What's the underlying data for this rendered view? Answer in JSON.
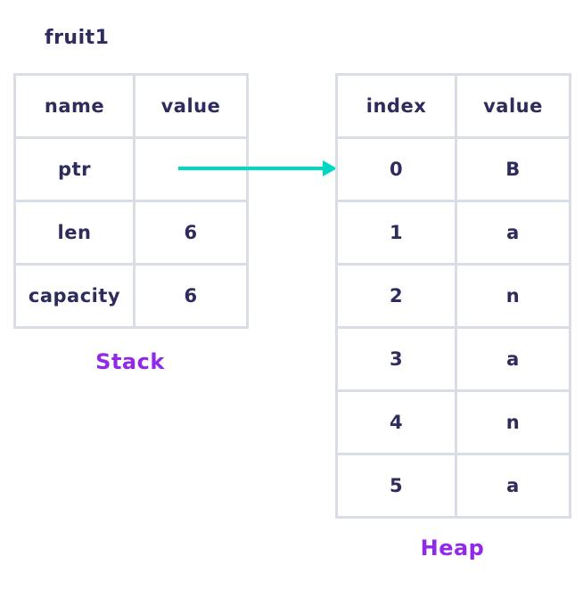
{
  "diagram": {
    "variable_label": "fruit1",
    "colors": {
      "background": "#ffffff",
      "table_text": "#2e2c5d",
      "caption_text": "#9129e9",
      "arrow": "#00d8c5",
      "table_border": "#d9dde6"
    }
  },
  "stack_table": {
    "caption": "Stack",
    "headers": {
      "col1": "name",
      "col2": "value"
    },
    "rows": [
      {
        "name": "ptr",
        "value": ""
      },
      {
        "name": "len",
        "value": "6"
      },
      {
        "name": "capacity",
        "value": "6"
      }
    ]
  },
  "heap_table": {
    "caption": "Heap",
    "headers": {
      "col1": "index",
      "col2": "value"
    },
    "rows": [
      {
        "index": "0",
        "value": "B"
      },
      {
        "index": "1",
        "value": "a"
      },
      {
        "index": "2",
        "value": "n"
      },
      {
        "index": "3",
        "value": "a"
      },
      {
        "index": "4",
        "value": "n"
      },
      {
        "index": "5",
        "value": "a"
      }
    ]
  }
}
